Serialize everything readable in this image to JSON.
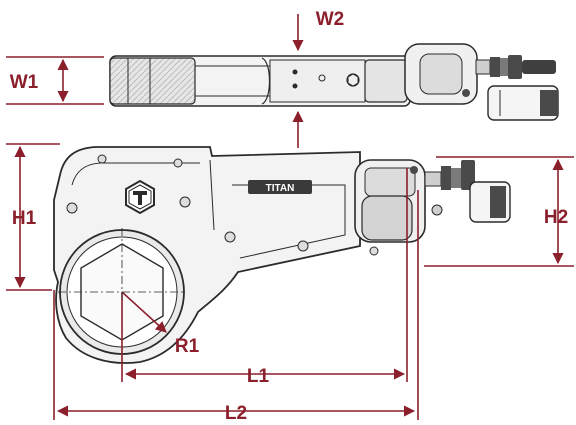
{
  "labels": {
    "w2": "W2",
    "w1": "W1",
    "h1": "H1",
    "h2": "H2",
    "r1": "R1",
    "l1": "L1",
    "l2": "L2",
    "brand": "TITAN"
  },
  "colors": {
    "dimension": "#8b1f2c",
    "outline": "#2b2b2b",
    "body_fill": "#f3f3f3",
    "shade": "#d9d9d9",
    "dark_part": "#4a4a4a"
  },
  "icons": {
    "logo": "titan-t-hexagon-icon"
  }
}
